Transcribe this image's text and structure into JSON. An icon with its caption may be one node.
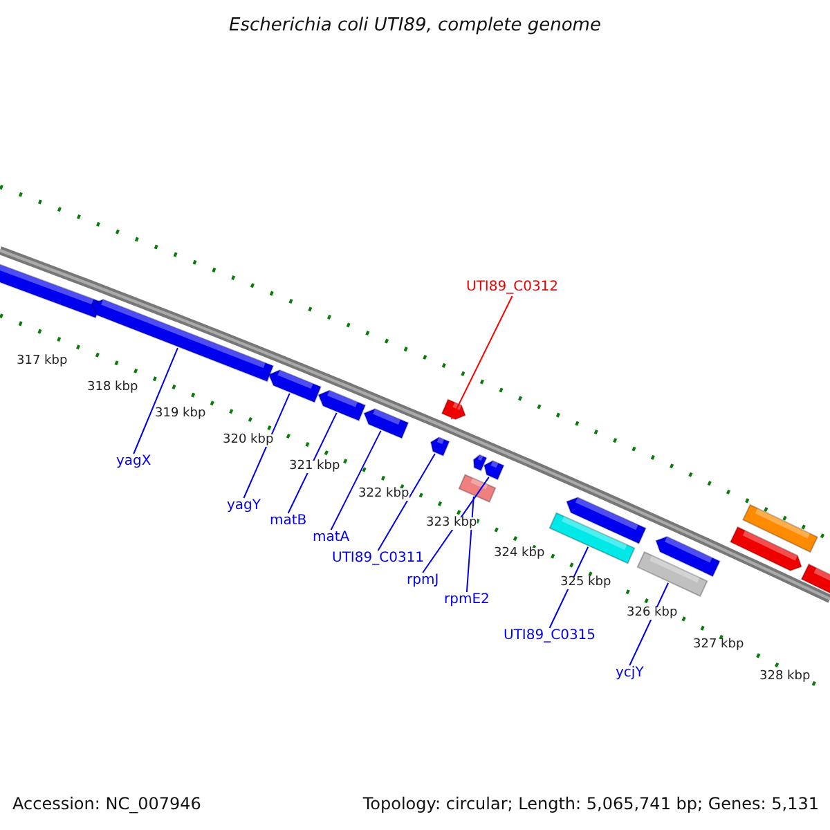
{
  "diagram": {
    "title": "Escherichia coli UTI89, complete genome",
    "nodes": [
      {
        "text": [],
        "shape": "pentagon"
      },
      {
        "text": [],
        "shape": "pentagon"
      },
      {
        "text": [],
        "shape": "pentagon"
      },
      {
        "text": [],
        "shape": "pentagon"
      },
      {
        "text": [],
        "shape": "pentagon"
      },
      {
        "text": [],
        "shape": "pentagon"
      },
      {
        "text": [],
        "shape": "pentagon"
      },
      {
        "text": [],
        "shape": "pentagon"
      },
      {
        "text": [],
        "shape": "pentagon"
      },
      {
        "text": [],
        "shape": "box"
      },
      {
        "text": [],
        "shape": "pentagon"
      },
      {
        "text": [],
        "shape": "box"
      },
      {
        "text": [],
        "shape": "pentagon"
      },
      {
        "text": [],
        "shape": "box"
      },
      {
        "text": [],
        "shape": "box"
      },
      {
        "text": [],
        "shape": "pentagon"
      },
      {
        "text": [],
        "shape": "pentagon"
      },
      {
        "text": [
          "UTI89_C0312"
        ]
      },
      {
        "text": [
          "yagX"
        ]
      },
      {
        "text": [
          "yagY"
        ]
      },
      {
        "text": [
          "matB"
        ]
      },
      {
        "text": [
          "matA"
        ]
      },
      {
        "text": [
          "UTI89_C0311"
        ]
      },
      {
        "text": [
          "rpmJ"
        ]
      },
      {
        "text": [
          "rpmE2"
        ]
      },
      {
        "text": [
          "UTI89_C0315"
        ]
      },
      {
        "text": [
          "ycjY"
        ]
      }
    ],
    "edges": [
      {
        "from": 17,
        "to": 5,
        "arrow": "none",
        "color": "#ff0000"
      },
      {
        "from": 18,
        "to": 1,
        "arrow": "none"
      },
      {
        "from": 19,
        "to": 2,
        "arrow": "none"
      },
      {
        "from": 20,
        "to": 3,
        "arrow": "none"
      },
      {
        "from": 21,
        "to": 4,
        "arrow": "none"
      },
      {
        "from": 22,
        "to": 6,
        "arrow": "none"
      },
      {
        "from": 23,
        "to": 8,
        "arrow": "none"
      },
      {
        "from": 24,
        "to": 9,
        "arrow": "none"
      },
      {
        "from": 25,
        "to": 11,
        "arrow": "none"
      },
      {
        "from": 26,
        "to": 13,
        "arrow": "none"
      }
    ],
    "labels": [
      "317 kbp",
      "318 kbp",
      "319 kbp",
      "320 kbp",
      "321 kbp",
      "322 kbp",
      "323 kbp",
      "324 kbp",
      "325 kbp",
      "326 kbp",
      "327 kbp",
      "328 kbp",
      "Accession: NC_007946",
      "Topology: circular; Length: 5,065,741 bp; Genes: 5,131"
    ]
  }
}
